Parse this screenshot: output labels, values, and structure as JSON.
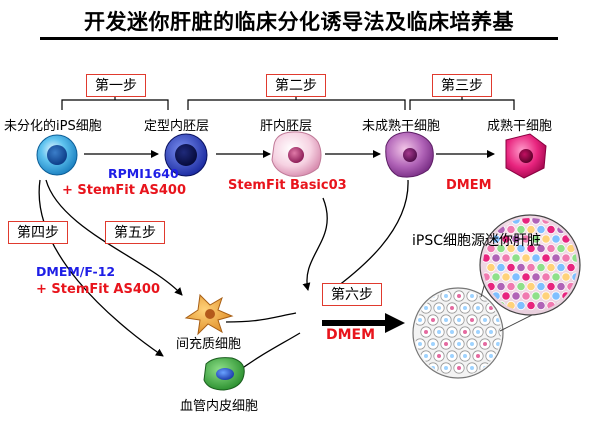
{
  "title": "开发迷你肝脏的临床分化诱导法及临床培养基",
  "steps": {
    "step1": "第一步",
    "step2": "第二步",
    "step3": "第三步",
    "step4": "第四步",
    "step5": "第五步",
    "step6": "第六步"
  },
  "cells": {
    "ips": "未分化的iPS细胞",
    "endoderm": "定型内胚层",
    "hepatic_endoderm": "肝内胚层",
    "immature_liver": "未成熟干细胞",
    "mature_liver": "成熟干细胞",
    "mesenchymal": "间充质细胞",
    "endothelial": "血管内皮细胞",
    "mini_liver": "iPSC细胞源迷你肝脏"
  },
  "media": {
    "rpmi": "RPMI1640",
    "stemfit400_a": "+ StemFit AS400",
    "basic03": "StemFit Basic03",
    "dmem1": "DMEM",
    "dmemf12": "DMEM/F-12",
    "stemfit400_b": "+ StemFit AS400",
    "dmem2": "DMEM"
  }
}
